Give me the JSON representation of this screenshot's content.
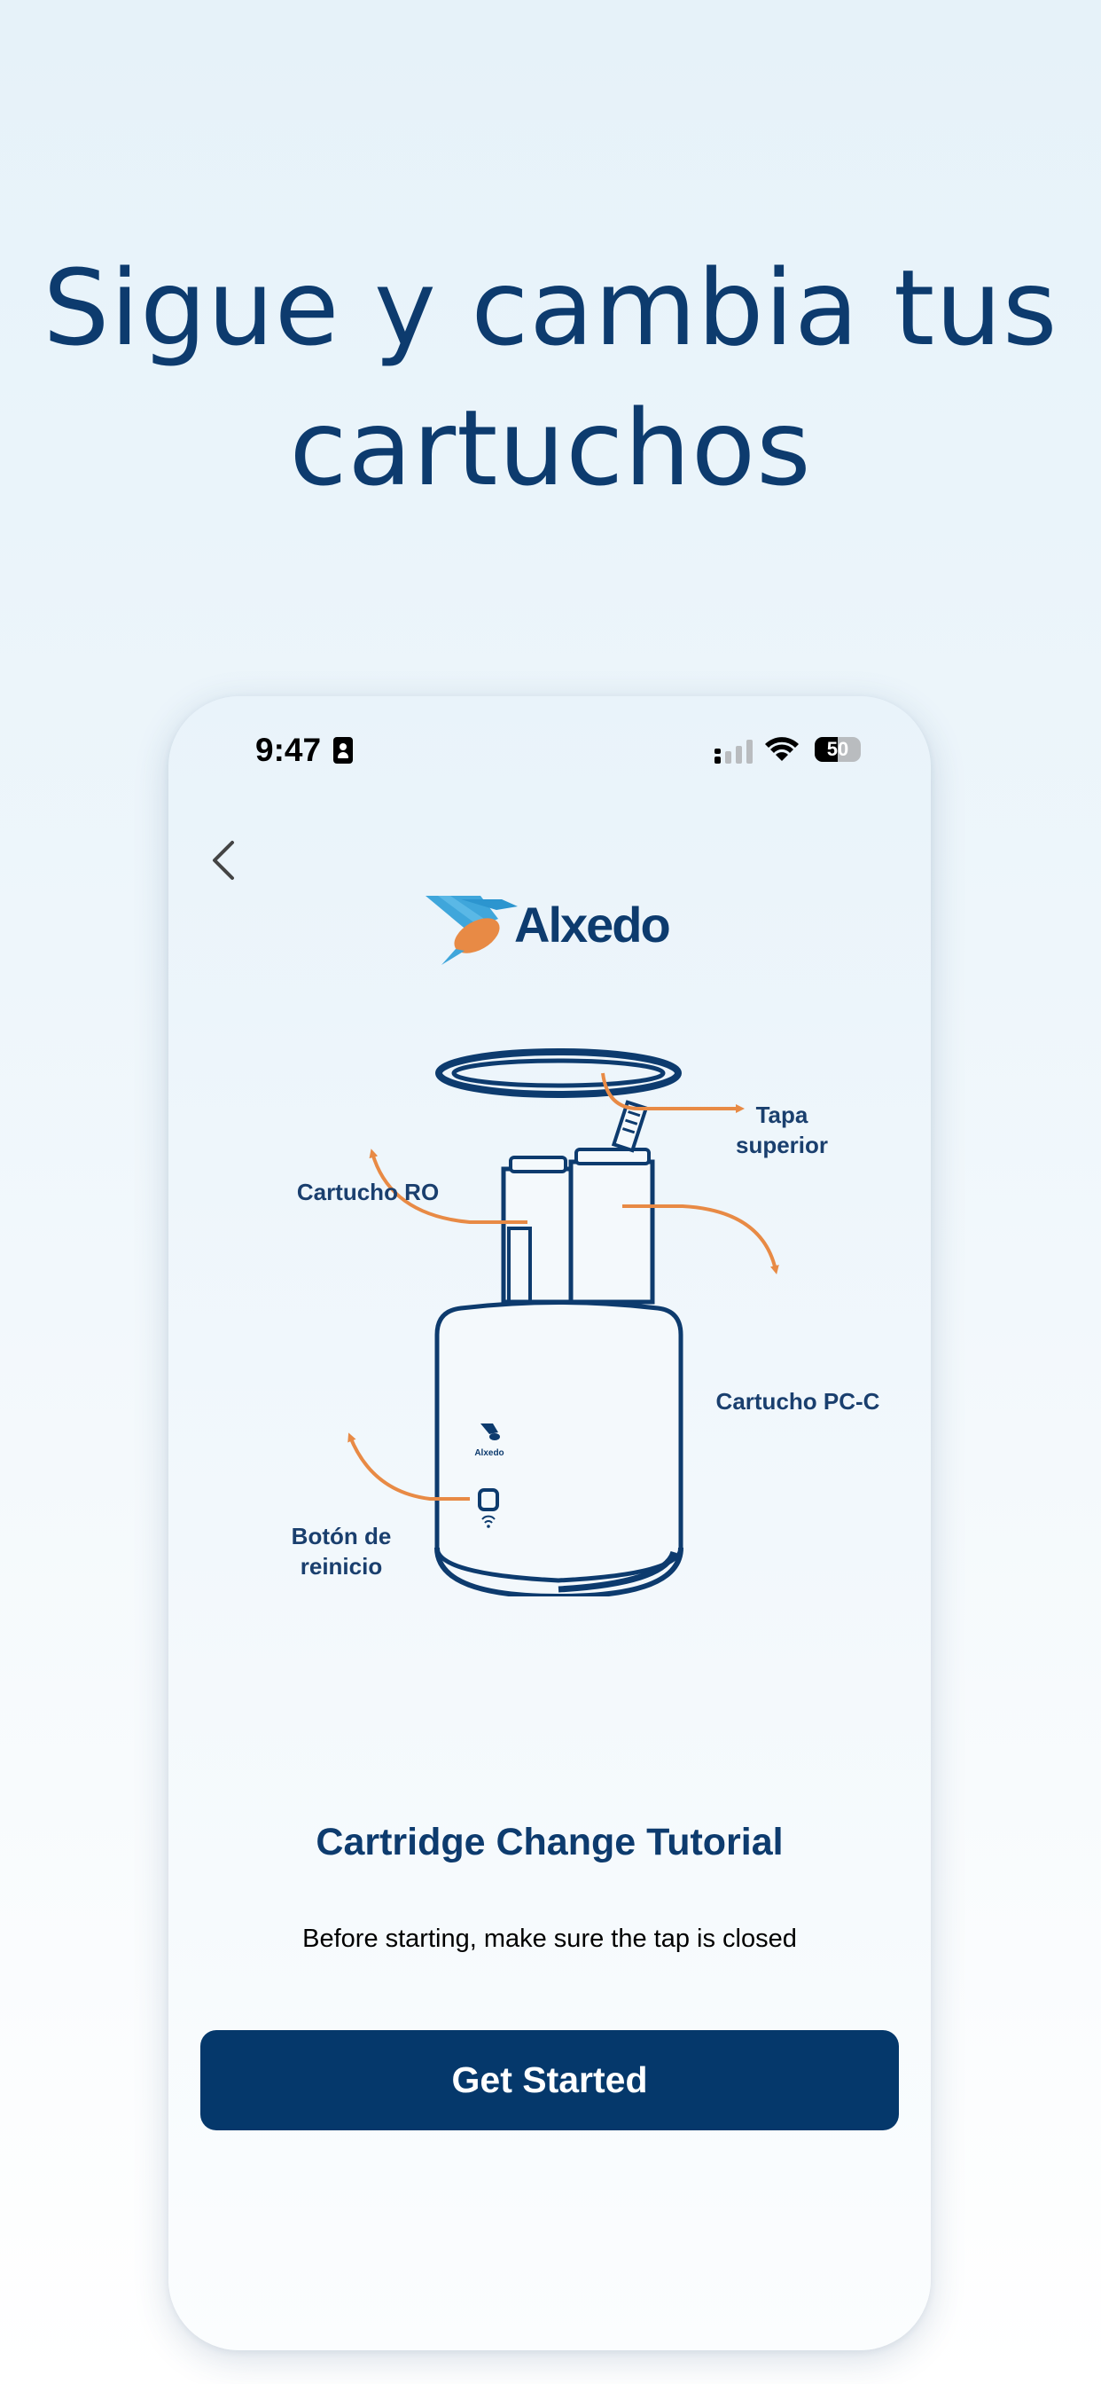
{
  "promo": {
    "title_line1": "Sigue y cambia tus",
    "title_line2": "cartuchos"
  },
  "status_bar": {
    "time": "9:47",
    "battery": "50",
    "battery_level": 0.5
  },
  "brand": {
    "name": "Alxedo",
    "small_mark": "Alxedo",
    "colors": {
      "navy": "#0d3b6e",
      "button": "#05386b",
      "orange": "#e88a45",
      "sky": "#3fa6db"
    }
  },
  "diagram": {
    "labels": {
      "tapa_line1": "Tapa",
      "tapa_line2": "superior",
      "cartucho_ro": "Cartucho RO",
      "cartucho_pcc": "Cartucho PC-C",
      "boton_line1": "Botón de",
      "boton_line2": "reinicio"
    }
  },
  "screen": {
    "title": "Cartridge Change Tutorial",
    "subtitle": "Before starting, make sure the tap is closed",
    "button_label": "Get Started"
  },
  "icons": {
    "back": "chevron-left-icon",
    "signal": "cellular-signal-icon",
    "wifi": "wifi-icon",
    "battery": "battery-icon",
    "id": "id-card-icon"
  }
}
